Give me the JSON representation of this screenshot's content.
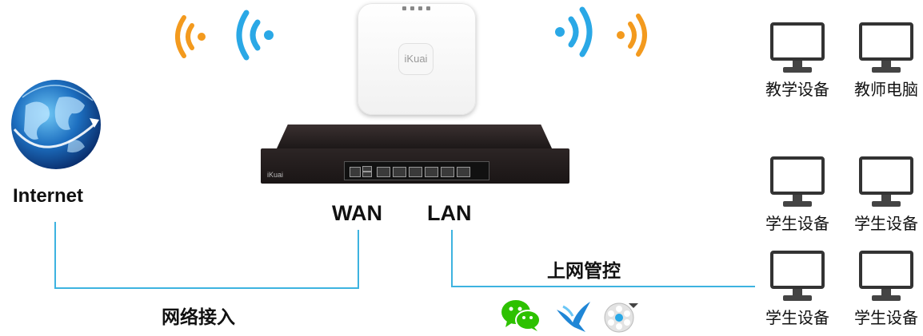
{
  "labels": {
    "internet": "Internet",
    "wan": "WAN",
    "lan": "LAN",
    "network_access": "网络接入",
    "internet_control": "上网管控"
  },
  "devices": {
    "teaching": "教学设备",
    "teacher_pc": "教师电脑",
    "student": "学生设备"
  },
  "branding": {
    "logo_text": "iKuai"
  },
  "colors": {
    "line": "#3db3e0",
    "wifi_orange": "#f39a1e",
    "wifi_blue": "#2aa8e6",
    "router": "#221c1c"
  },
  "icons": [
    "globe-icon",
    "wifi-signal-icon",
    "wechat-icon",
    "bird-icon",
    "film-reel-icon",
    "monitor-icon"
  ]
}
